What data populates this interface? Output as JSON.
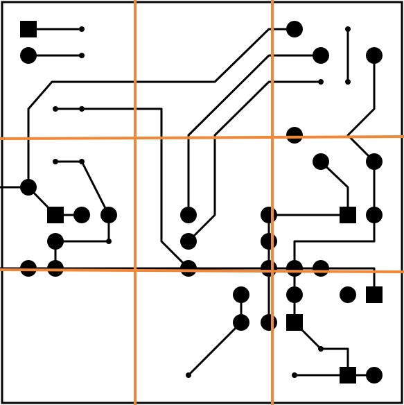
{
  "diagram": {
    "kind": "circuit-board-grid",
    "grid": {
      "rows": 3,
      "cols": 3
    },
    "colors": {
      "background": "#ffffff",
      "trace": "#000000",
      "border": "#000000",
      "grid_line": "#f0883a"
    },
    "pad_legend": {
      "square": "square-pad",
      "large_circle": "round-pad",
      "small_dot": "via"
    }
  }
}
